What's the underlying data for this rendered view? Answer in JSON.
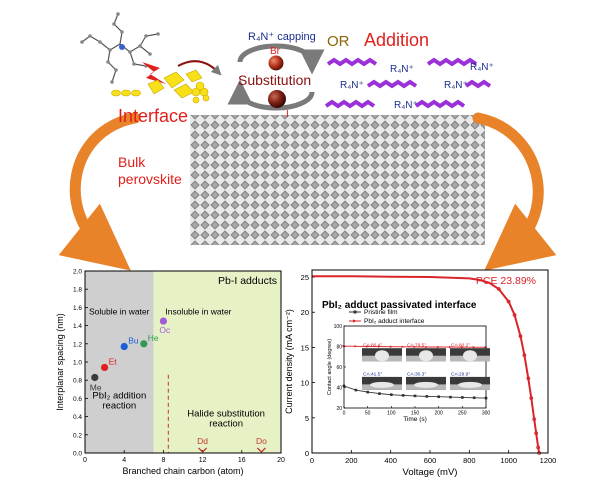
{
  "colors": {
    "red": "#e0201c",
    "navy": "#1c2f8c",
    "gold": "#8b6508",
    "purple": "#9b2fd8",
    "orange": "#e8832a",
    "maroon": "#8b1010",
    "yellow": "#f7e018",
    "gray_region": "#cfcfcf",
    "green_region": "#e6f2c6",
    "curve_red": "#d9252a",
    "curve_black": "#333333"
  },
  "top": {
    "capping_label": "R₄N⁺ capping",
    "or_label": "OR",
    "addition_label": "Addition",
    "substitution_label": "Substitution",
    "br_label": "Br",
    "i_label": "I",
    "interface_label": "Interface",
    "bulk_label_1": "Bulk",
    "bulk_label_2": "perovskite",
    "r4n_labels": [
      "R₄N⁺",
      "R₄N⁺",
      "R₄N⁺",
      "R₄N⁺",
      "R₄N⁺"
    ]
  },
  "chart_data": [
    {
      "type": "scatter",
      "title": "Pb-I adducts",
      "xlabel": "Branched chain carbon  (atom)",
      "ylabel": "Interplanar spacing (nm)",
      "xlim": [
        0,
        20
      ],
      "ylim": [
        0,
        2.0
      ],
      "xticks": [
        "0",
        "4",
        "8",
        "12",
        "16",
        "20"
      ],
      "yticks": [
        "0.0",
        "0.2",
        "0.4",
        "0.6",
        "0.8",
        "1.0",
        "1.2",
        "1.4",
        "1.6",
        "1.8",
        "2.0"
      ],
      "regions": [
        {
          "from": 0,
          "to": 7,
          "label": "Soluble in water"
        },
        {
          "from": 7,
          "to": 20,
          "label": "Insoluble in water"
        }
      ],
      "region_labels": [
        "PbI₂ addition",
        "reaction",
        "Halide substitution",
        "reaction"
      ],
      "points": [
        {
          "name": "Me",
          "x": 1,
          "y": 0.83,
          "color": "#3a3a3a"
        },
        {
          "name": "Et",
          "x": 2,
          "y": 0.94,
          "color": "#e0201c"
        },
        {
          "name": "Bu",
          "x": 4,
          "y": 1.17,
          "color": "#1f5fd6"
        },
        {
          "name": "He",
          "x": 6,
          "y": 1.2,
          "color": "#2e9a52"
        },
        {
          "name": "Oc",
          "x": 8,
          "y": 1.45,
          "color": "#a25ad8"
        }
      ],
      "markers": [
        {
          "name": "Dd",
          "x": 12
        },
        {
          "name": "Do",
          "x": 18
        }
      ],
      "divider_x": 8.5,
      "grid": false
    },
    {
      "type": "line",
      "title": "PbI₂ adduct passivated interface",
      "annotation": "PCE 23.89%",
      "xlabel": "Voltage (mV)",
      "ylabel": "Current density (mA cm⁻²)",
      "xlim": [
        0,
        1200
      ],
      "ylim": [
        0,
        26
      ],
      "xticks": [
        "0",
        "200",
        "400",
        "600",
        "800",
        "1000",
        "1200"
      ],
      "yticks": [
        "0",
        "5",
        "10",
        "15",
        "20",
        "25"
      ],
      "series": [
        {
          "name": "PCE 23.89%",
          "x": [
            0,
            200,
            400,
            600,
            800,
            850,
            900,
            950,
            1000,
            1030,
            1060,
            1080,
            1100,
            1115,
            1130,
            1140,
            1150,
            1155
          ],
          "y": [
            25.1,
            25.1,
            25.05,
            25.0,
            24.8,
            24.6,
            24.2,
            23.3,
            21.5,
            19.6,
            16.6,
            13.9,
            10.6,
            7.8,
            4.8,
            2.8,
            0.8,
            0.0
          ]
        }
      ],
      "inset": {
        "xlabel": "Time (s)",
        "ylabel": "Contact angle (degree)",
        "xlim": [
          0,
          300
        ],
        "ylim": [
          20,
          100
        ],
        "xticks": [
          "0",
          "50",
          "100",
          "150",
          "200",
          "250",
          "300"
        ],
        "yticks": [
          "20",
          "40",
          "60",
          "80",
          "100"
        ],
        "series": [
          {
            "name": "Pristine film",
            "x": [
              0,
              25,
              50,
              75,
              100,
              125,
              150,
              175,
              200,
              225,
              250,
              275,
              300
            ],
            "y": [
              41.5,
              37.5,
              35.5,
              34.0,
              33.0,
              32.3,
              31.8,
              31.3,
              31.0,
              30.6,
              30.3,
              30.0,
              29.7
            ]
          },
          {
            "name": "PbI₂ adduct interface",
            "x": [
              0,
              25,
              50,
              75,
              100,
              125,
              150,
              175,
              200,
              225,
              250,
              275,
              300
            ],
            "y": [
              80.4,
              80.2,
              80.0,
              79.9,
              79.8,
              79.7,
              79.6,
              79.5,
              79.5,
              79.4,
              79.3,
              79.3,
              79.2
            ]
          }
        ],
        "photo_labels_top": [
          "CA:80.4°",
          "CA:79.5°",
          "CA:80.2°"
        ],
        "photo_labels_bottom": [
          "CA:41.5°",
          "CA:30.3°",
          "CA:29.9°"
        ]
      }
    }
  ]
}
